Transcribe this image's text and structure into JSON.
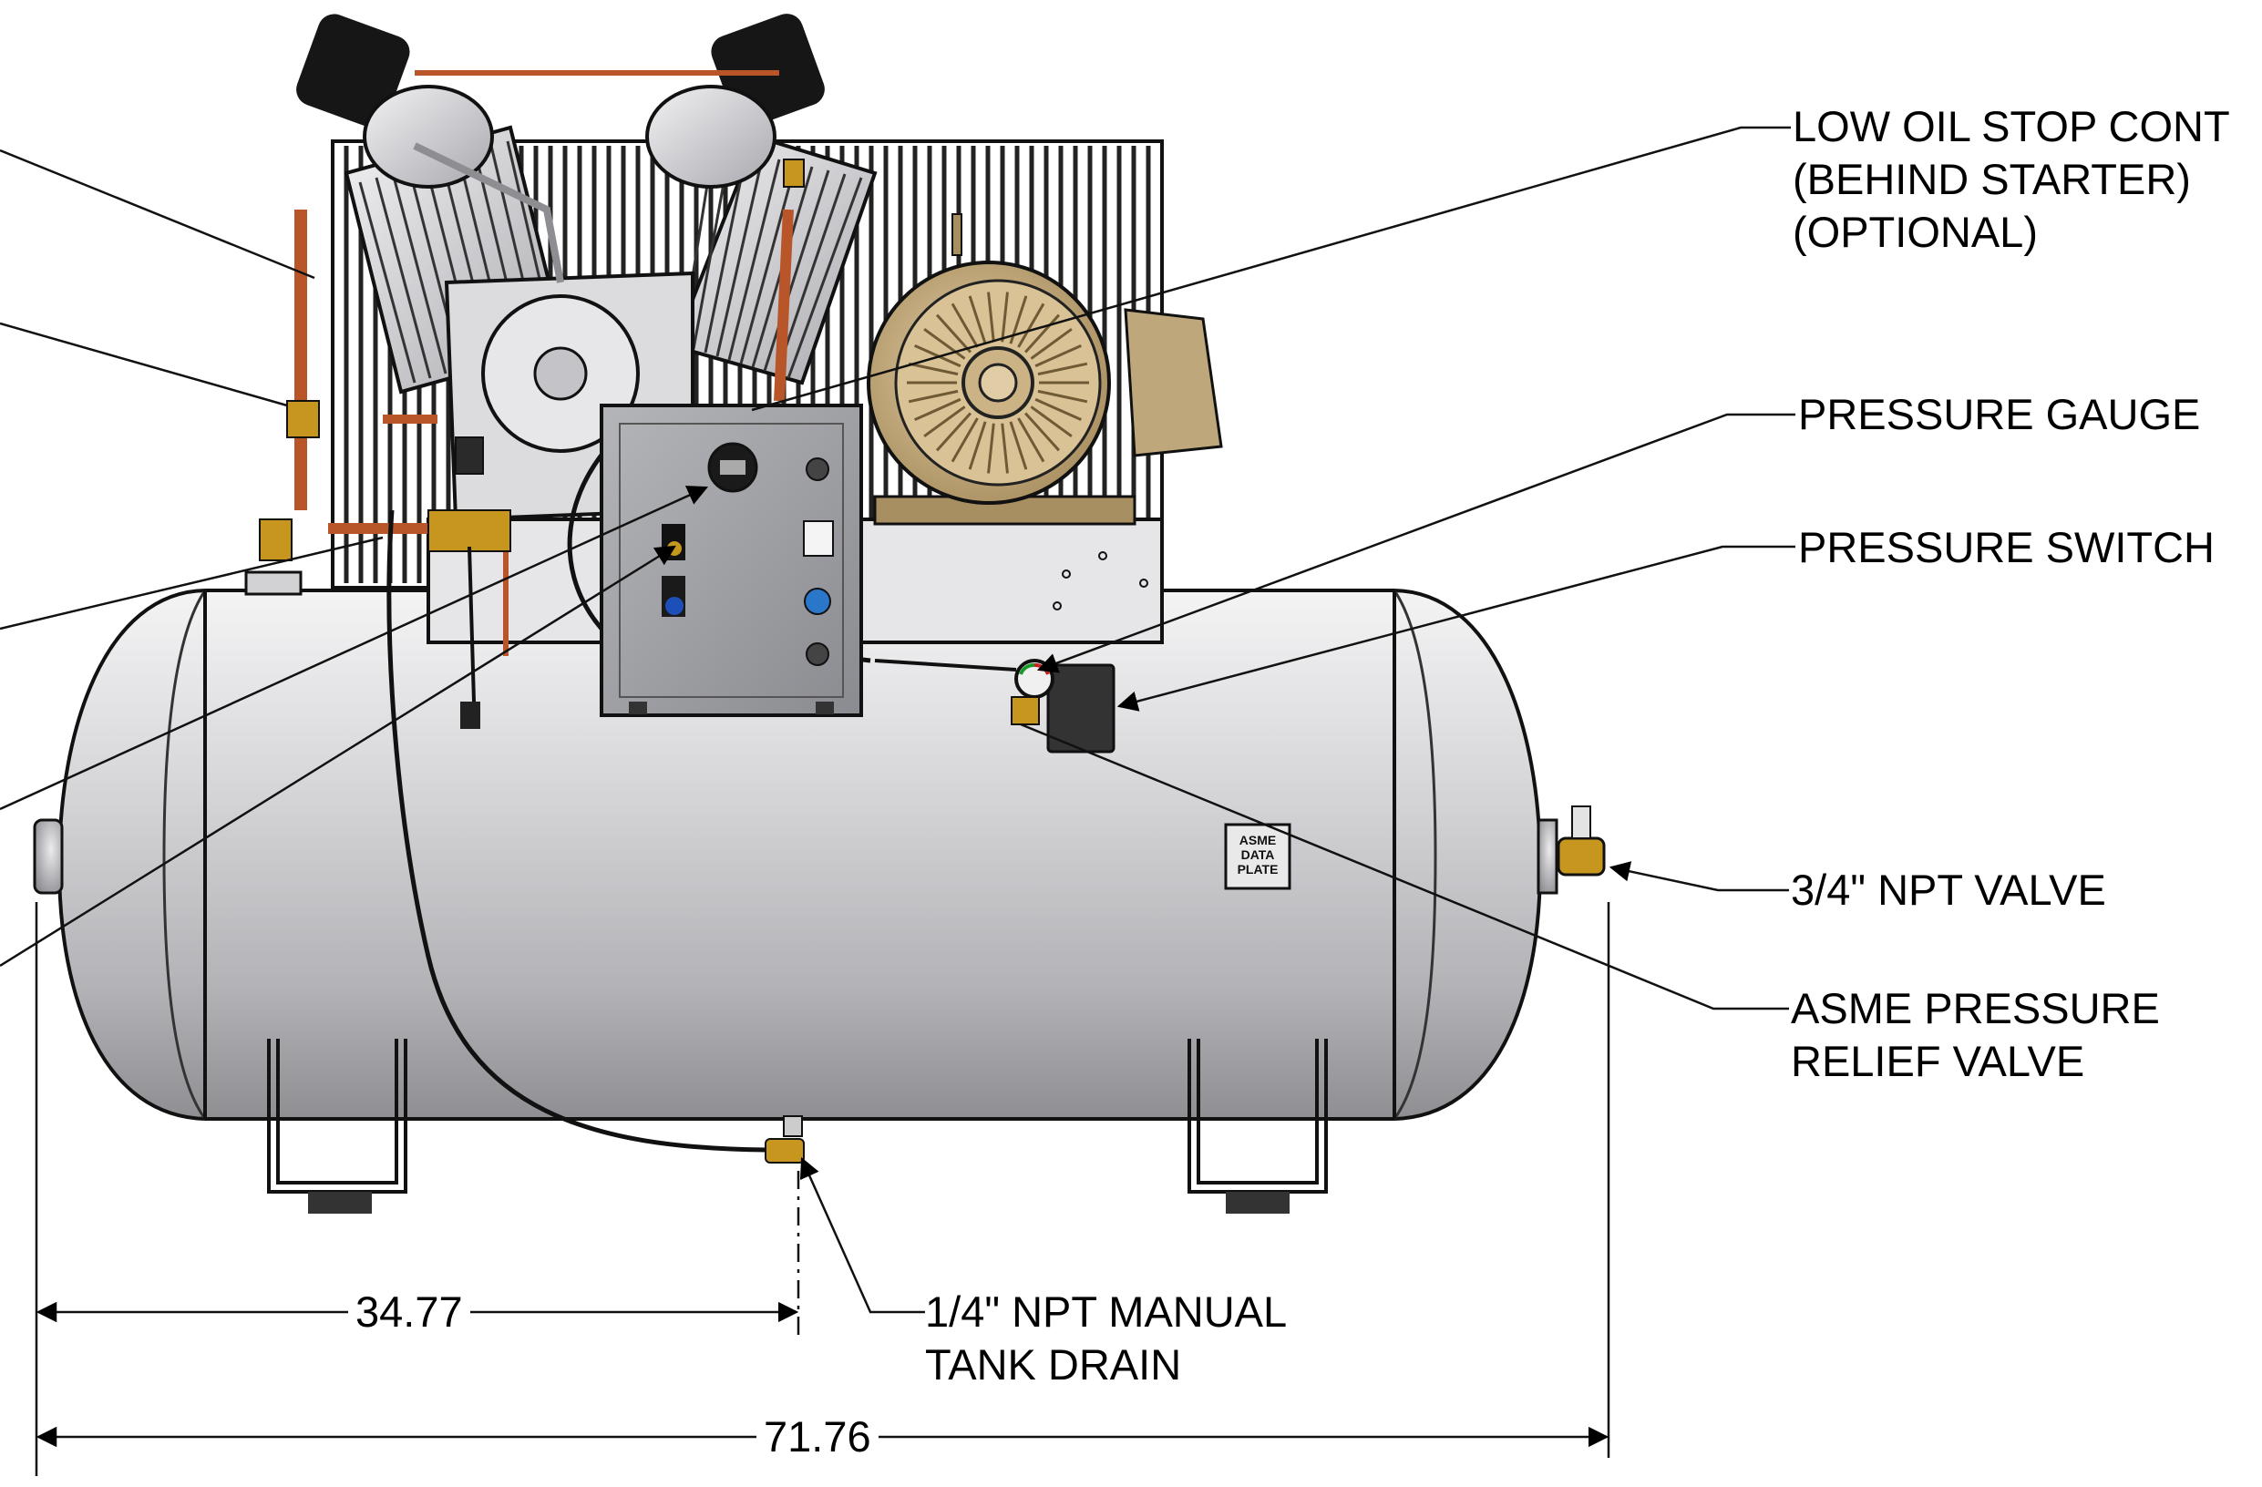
{
  "callouts": {
    "low_oil": {
      "line1": "LOW OIL STOP CONT",
      "line2": "(BEHIND STARTER)",
      "line3": "(OPTIONAL)"
    },
    "pressure_gauge": "PRESSURE GAUGE",
    "pressure_switch": "PRESSURE SWITCH",
    "npt_valve": "3/4\" NPT VALVE",
    "relief_valve": {
      "line1": "ASME PRESSURE",
      "line2": "RELIEF VALVE"
    },
    "tank_drain": {
      "line1": "1/4\" NPT MANUAL",
      "line2": "TANK DRAIN"
    }
  },
  "dimensions": {
    "drain_offset": "34.77",
    "overall_length": "71.76"
  },
  "asme_plate": {
    "line1": "ASME",
    "line2": "DATA",
    "line3": "PLATE"
  },
  "colors": {
    "tank": "#c9c9cc",
    "copper": "#b8562a",
    "motor": "#c8b088",
    "brass": "#c7961f",
    "panel": "#9a9ba0"
  }
}
